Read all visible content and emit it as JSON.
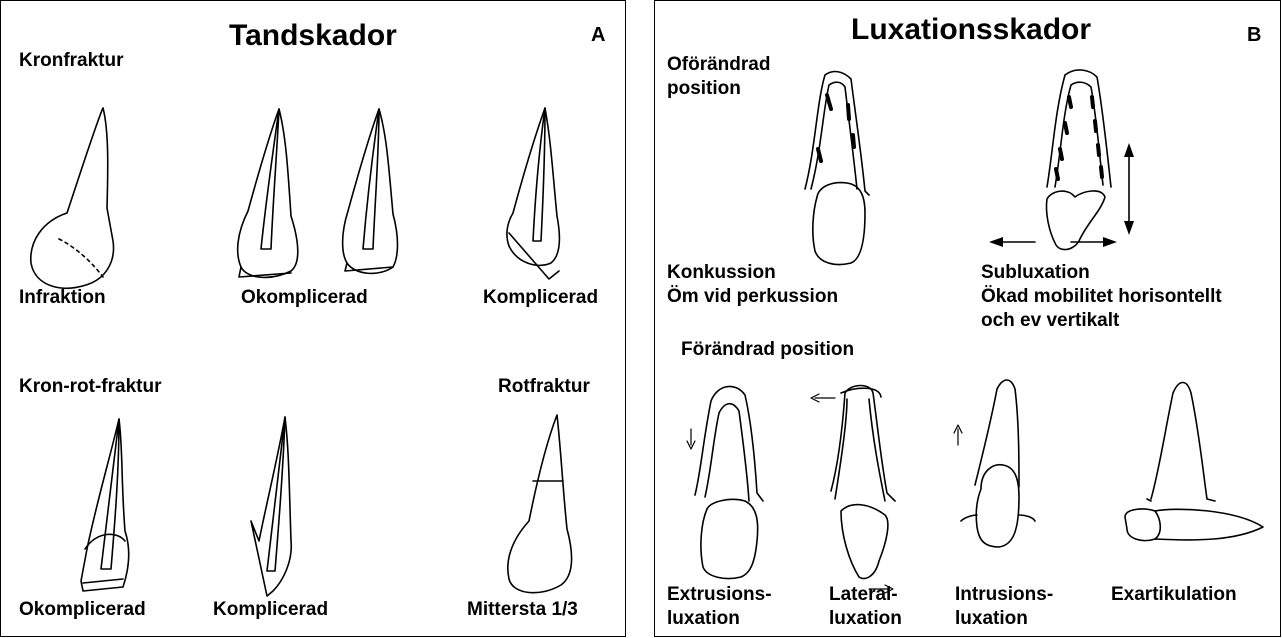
{
  "panel_a": {
    "title": "Tandskador",
    "letter": "A",
    "crown_fracture": "Kronfraktur",
    "infraction": "Infraktion",
    "uncomplicated": "Okomplicerad",
    "complicated": "Komplicerad",
    "crown_root_fracture": "Kron-rot-fraktur",
    "root_fracture": "Rotfraktur",
    "uncomplicated_2": "Okomplicerad",
    "complicated_2": "Komplicerad",
    "middle_third": "Mittersta 1/3"
  },
  "panel_b": {
    "title": "Luxationsskador",
    "letter": "B",
    "unchanged_line1": "Oförändrad",
    "unchanged_line2": "position",
    "concussion": "Konkussion",
    "concussion_desc": "Öm vid perkussion",
    "subluxation": "Subluxation",
    "subluxation_desc1": "Ökad mobilitet horisontellt",
    "subluxation_desc2": "och ev vertikalt",
    "changed_position": "Förändrad position",
    "extrusion_1": "Extrusions-",
    "extrusion_2": "luxation",
    "lateral_1": "Lateral-",
    "lateral_2": "luxation",
    "intrusion_1": "Intrusions-",
    "intrusion_2": "luxation",
    "exarticulation": "Exartikulation"
  }
}
